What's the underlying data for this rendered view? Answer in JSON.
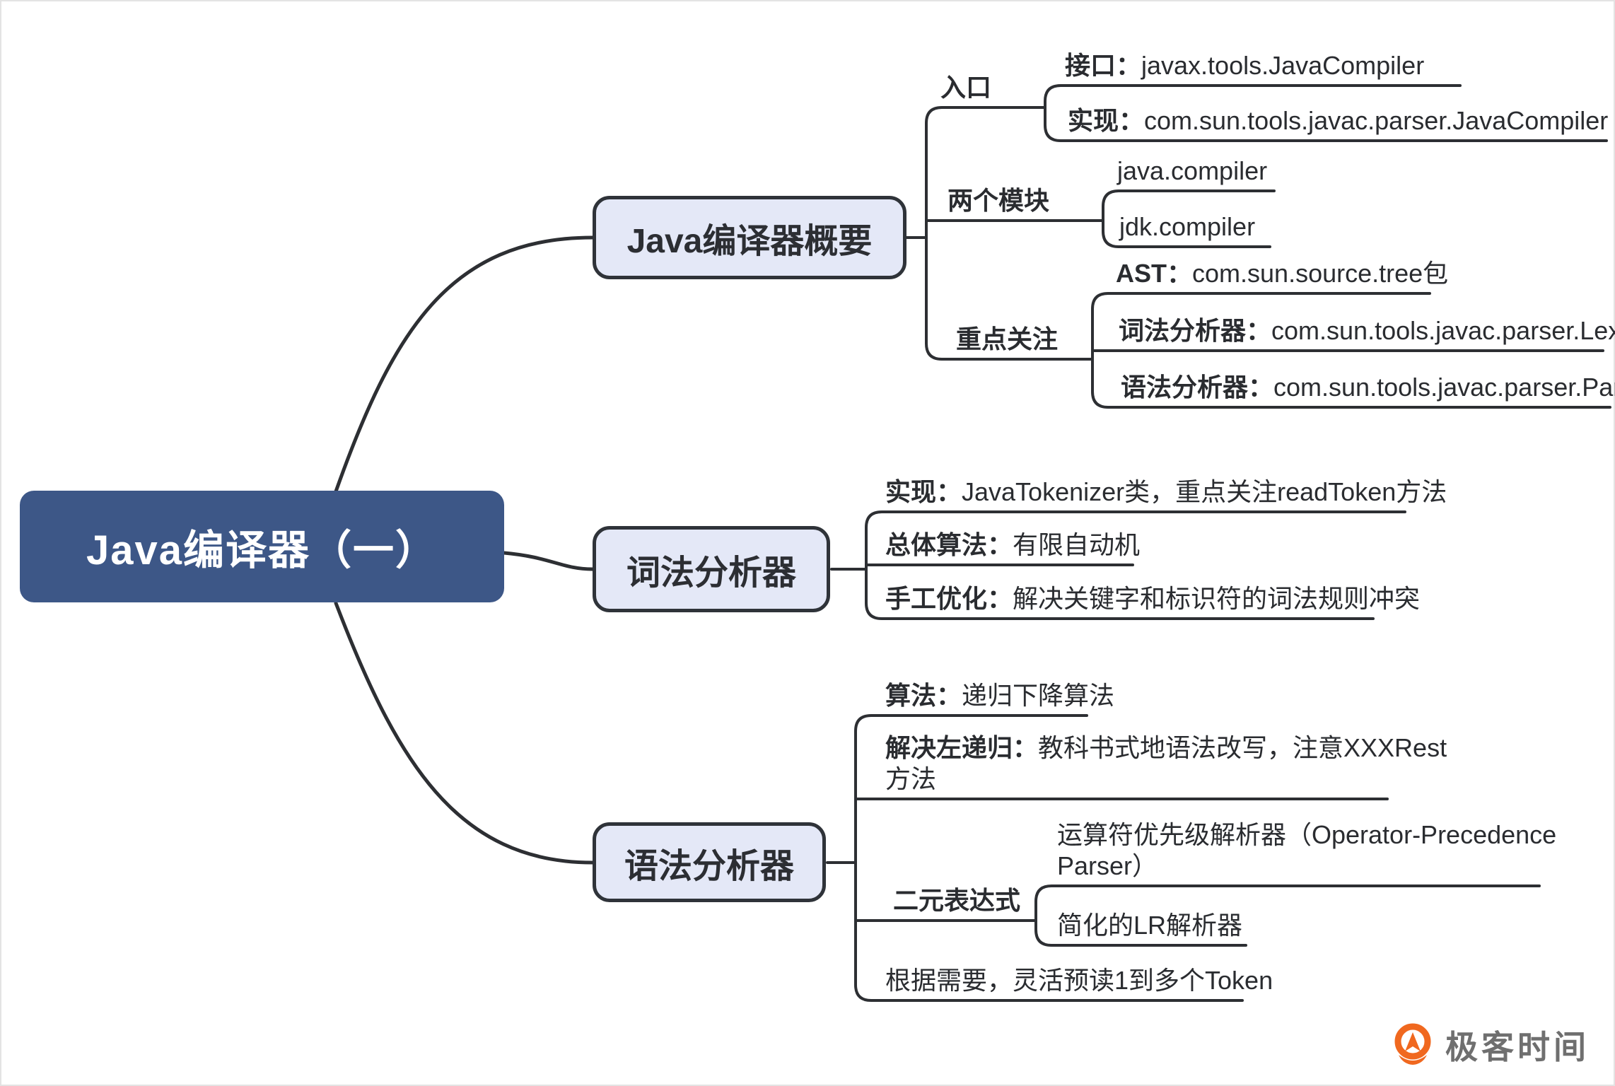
{
  "root": {
    "title": "Java编译器（一）"
  },
  "branch1": {
    "title": "Java编译器概要",
    "groups": [
      {
        "label": "入口",
        "children": [
          {
            "label": "接口：",
            "value": "javax.tools.JavaCompiler"
          },
          {
            "label": "实现：",
            "value": "com.sun.tools.javac.parser.JavaCompiler"
          }
        ]
      },
      {
        "label": "两个模块",
        "children": [
          {
            "value": "java.compiler"
          },
          {
            "value": "jdk.compiler"
          }
        ]
      },
      {
        "label": "重点关注",
        "children": [
          {
            "label": "AST：",
            "value": "com.sun.source.tree包"
          },
          {
            "label": "词法分析器：",
            "value": "com.sun.tools.javac.parser.Lexer"
          },
          {
            "label": "语法分析器：",
            "value": "com.sun.tools.javac.parser.Parser"
          }
        ]
      }
    ]
  },
  "branch2": {
    "title": "词法分析器",
    "items": [
      {
        "label": "实现：",
        "value": "JavaTokenizer类，重点关注readToken方法"
      },
      {
        "label": "总体算法：",
        "value": "有限自动机"
      },
      {
        "label": "手工优化：",
        "value": "解决关键字和标识符的词法规则冲突"
      }
    ]
  },
  "branch3": {
    "title": "语法分析器",
    "items": [
      {
        "label": "算法：",
        "value": "递归下降算法"
      },
      {
        "label": "解决左递归：",
        "value": "教科书式地语法改写，注意XXXRest方法"
      },
      {
        "label": "二元表达式"
      },
      {
        "value": "根据需要，灵活预读1到多个Token"
      }
    ],
    "binary_children": [
      {
        "value": "运算符优先级解析器（Operator-Precedence Parser）"
      },
      {
        "value": "简化的LR解析器"
      }
    ]
  },
  "footer": {
    "brand": "极客时间"
  },
  "colors": {
    "root_fill": "#3d5787",
    "node_fill": "#e4e8f7",
    "line": "#2d2f33",
    "brand_orange": "#f0681f",
    "brand_gray": "#6f6f6f"
  }
}
